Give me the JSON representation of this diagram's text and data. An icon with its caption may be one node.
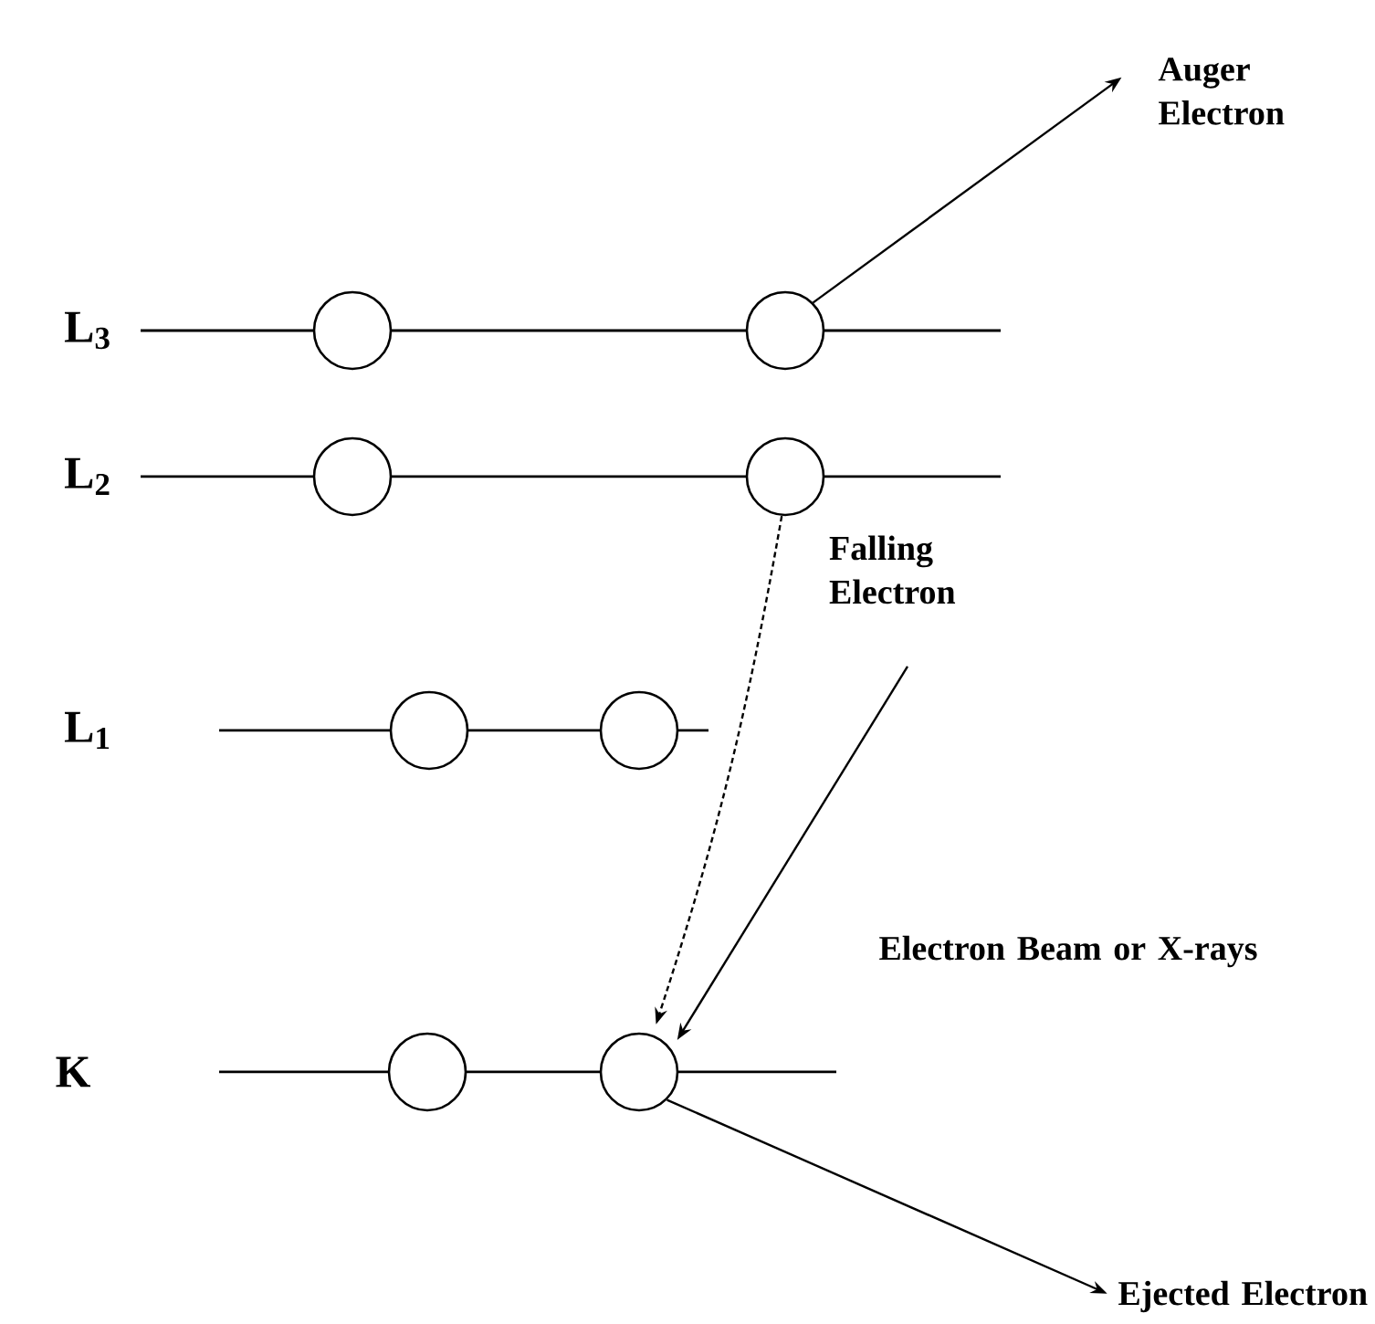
{
  "diagram": {
    "nodes": [
      {
        "text": [],
        "shape": "circle"
      },
      {
        "text": [],
        "shape": "circle"
      },
      {
        "text": [],
        "shape": "circle"
      },
      {
        "text": [],
        "shape": "circle"
      },
      {
        "text": [],
        "shape": "circle"
      },
      {
        "text": [],
        "shape": "circle"
      },
      {
        "text": [],
        "shape": "circle"
      },
      {
        "text": [],
        "shape": "circle"
      },
      {
        "text": [
          "Auger Electron"
        ]
      },
      {
        "text": [
          "Ejected Electron"
        ]
      }
    ],
    "edges": [
      {
        "from": 1,
        "to": 8,
        "arrow": "to"
      },
      {
        "from": 3,
        "to": 7,
        "arrow": "to",
        "style": "dashed"
      },
      {
        "from": null,
        "to": 7,
        "arrow": "to"
      },
      {
        "from": 7,
        "to": 9,
        "arrow": "to"
      }
    ],
    "labels": [
      "L$_{3}$",
      "L$_{2}$",
      "Falling Electron",
      "L$_{1}$",
      "Electron Beam or X-rays",
      "K"
    ]
  }
}
